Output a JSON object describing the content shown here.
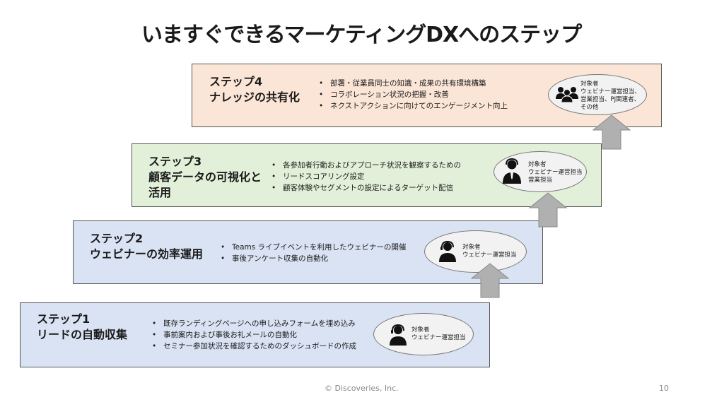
{
  "page": {
    "title": "いますぐできるマーケティングDXへのステップ",
    "footer_copyright": "© Discoveries, Inc.",
    "page_number": "10"
  },
  "steps": [
    {
      "title_line1": "ステップ1",
      "title_line2": "リードの自動収集",
      "title_line3": "",
      "bullets": [
        "既存ランディングページへの申し込みフォームを埋め込み",
        "事前案内および事後お礼メールの自動化",
        "セミナー参加状況を確認するためのダッシュボードの作成"
      ],
      "target_label": "対象者",
      "target_lines": [
        "ウェビナー運営担当"
      ],
      "color": "#dae3f3",
      "icon": "headset-person-icon"
    },
    {
      "title_line1": "ステップ2",
      "title_line2": "ウェビナーの効率運用",
      "title_line3": "",
      "bullets": [
        "Teams ライブイベントを利用したウェビナーの開催",
        "事後アンケート収集の自動化"
      ],
      "target_label": "対象者",
      "target_lines": [
        "ウェビナー運営担当"
      ],
      "color": "#dae3f3",
      "icon": "headset-person-icon"
    },
    {
      "title_line1": "ステップ3",
      "title_line2": "顧客データの可視化と",
      "title_line3": "活用",
      "bullets": [
        "各参加者行動およびアプローチ状況を観察するための",
        "リードスコアリング設定",
        "顧客体験やセグメントの設定によるターゲット配信"
      ],
      "target_label": "対象者",
      "target_lines": [
        "ウェビナー運営担当",
        "営業担当"
      ],
      "color": "#e2f0d9",
      "icon": "headset-businessman-icon"
    },
    {
      "title_line1": "ステップ4",
      "title_line2": "ナレッジの共有化",
      "title_line3": "",
      "bullets": [
        "部署・従業員同士の知識・成果の共有環境構築",
        "コラボレーション状況の把握・改善",
        "ネクストアクションに向けてのエンゲージメント向上"
      ],
      "target_label": "対象者",
      "target_lines": [
        "ウェビナー運営担当、",
        "営業担当、PJ関連者、",
        "その他"
      ],
      "color": "#fbe5d6",
      "icon": "group-icon"
    }
  ]
}
